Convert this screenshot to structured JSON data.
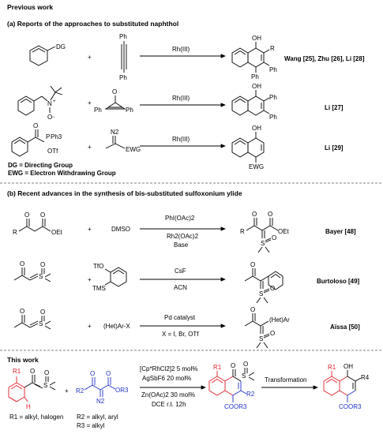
{
  "colors": {
    "red": "#e0202a",
    "blue": "#2030c8",
    "text": "#000000",
    "divider": "#555555"
  },
  "header": {
    "previous_work": "Previous work",
    "this_work": "This work"
  },
  "section_a": {
    "title": "(a) Reports of the approaches to substituted naphthol",
    "rxn1": {
      "dg": "DG",
      "plus": "+",
      "ph_top": "Ph",
      "ph_bottom": "Ph",
      "catalyst": "Rh(III)",
      "oh": "OH",
      "r": "R",
      "ph_p1": "Ph",
      "ph_p2": "Ph",
      "ref": "Wang [25], Zhu [26], Li [28]"
    },
    "rxn2": {
      "n": "N",
      "o": "O",
      "minus": "−",
      "plusc": "+",
      "plus": "+",
      "o_top": "O",
      "ph_l": "Ph",
      "ph_r": "Ph",
      "catalyst": "Rh(III)",
      "oh": "OH",
      "ph_p1": "Ph",
      "ph_p2": "Ph",
      "ref": "Li [27]"
    },
    "rxn3": {
      "o": "O",
      "p": "P",
      "ph3": "Ph3",
      "otf": "OTf",
      "plus": "+",
      "n2": "N2",
      "ewg": "EWG",
      "catalyst": "Rh(III)",
      "oh": "OH",
      "ewg_p": "EWG",
      "ref": "Li [29]"
    },
    "legend": {
      "dg": "DG = Directing Group",
      "ewg": "EWG = Electron Withdrawing Group"
    }
  },
  "section_b": {
    "title": "(b) Recent advances in the synthesis of bis-substituted sulfoxonium ylide",
    "rxn1": {
      "o1": "O",
      "o2": "O",
      "r": "R",
      "oet": "OEt",
      "plus": "+",
      "reagent": "DMSO",
      "cond_top": "PhI(OAc)2",
      "cond_mid": "Rh2(OAc)2",
      "cond_bot": "Base",
      "po1": "O",
      "po2": "O",
      "pr": "R",
      "poet": "OEt",
      "ps": "S",
      "pso": "O",
      "ref": "Bayer [48]"
    },
    "rxn2": {
      "o": "O",
      "s": "S",
      "so": "O",
      "plus": "+",
      "tfo": "TfO",
      "tms": "TMS",
      "cond_top": "CsF",
      "cond_bot": "ACN",
      "po": "O",
      "ps": "S",
      "pso": "O",
      "ref": "Burtoloso [49]"
    },
    "rxn3": {
      "o": "O",
      "s": "S",
      "so": "O",
      "plus": "+",
      "reagent": "(Het)Ar-X",
      "cond_top": "Pd catalyst",
      "cond_bot": "X = I, Br, OTf",
      "po": "O",
      "phet": "(Het)Ar",
      "ps": "S",
      "pso": "O",
      "ref": "Aïssa [50]"
    }
  },
  "this_work": {
    "sm1": {
      "r1": "R1",
      "o": "O",
      "s": "S",
      "so": "O",
      "h": "H",
      "note": "R1 = alkyl, halogen"
    },
    "plus": "+",
    "sm2": {
      "r2": "R2",
      "o1": "O",
      "o2": "O",
      "or3": "OR3",
      "n2": "N2",
      "note1": "R2 = alkyl, aryl",
      "note2": "R3 = alkyl"
    },
    "conditions": {
      "c1": "[Cp*RhCl2]2 5 mol%",
      "c2": "AgSbF6 20 mol%",
      "c3": "Zn(OAc)2 30 mol%",
      "c4": "DCE r.t. 12h"
    },
    "product": {
      "r1": "R1",
      "o": "O",
      "s": "S",
      "so": "O",
      "r2": "R2",
      "coor3": "COOR3"
    },
    "transformation": "Transformation",
    "final": {
      "r1": "R1",
      "oh": "OH",
      "r4": "R4",
      "coor3": "COOR3"
    }
  }
}
